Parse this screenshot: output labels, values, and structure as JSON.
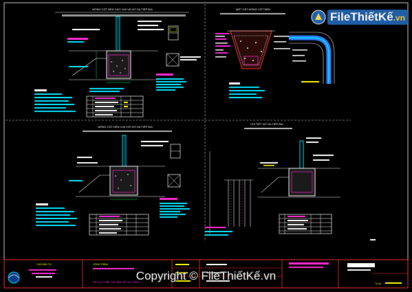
{
  "watermark": {
    "logo_text": "FileThiếtKế",
    "logo_suffix": ".vn",
    "copyright": "Copyright © FileThiếtKế.vn"
  },
  "sheets": {
    "top_left_title": "MÓNG CỘT ĐÈN CAO 11M VÀ HỐ GA TIẾP ĐỊA",
    "top_right_title": "MẶT CẮT MÓNG CỘT ĐÈN",
    "bottom_left_title": "MÓNG CỘT ĐÈN 11M VỚI HỐ GA TIẾP ĐỊA",
    "bottom_right_title": "CHI TIẾT HỐ GA TIẾP ĐỊA"
  },
  "title_block": {
    "owner_label": "CHỦ ĐẦU TƯ",
    "project_label": "CÔNG TRÌNH",
    "drawing_label": "HỒ SƠ THIẾT KẾ BẢN VẼ THI CÔNG",
    "drawing_no": "Tờ số"
  },
  "colors": {
    "background": "#000000",
    "cad_white": "#ffffff",
    "cad_cyan": "#00e5ff",
    "cad_magenta": "#ff2bd6",
    "cad_yellow": "#ffff00",
    "cad_green": "#00ff66",
    "cad_blue": "#2f7dff",
    "cad_red": "#ff3030",
    "logo_bg": "#1f5fa8"
  }
}
